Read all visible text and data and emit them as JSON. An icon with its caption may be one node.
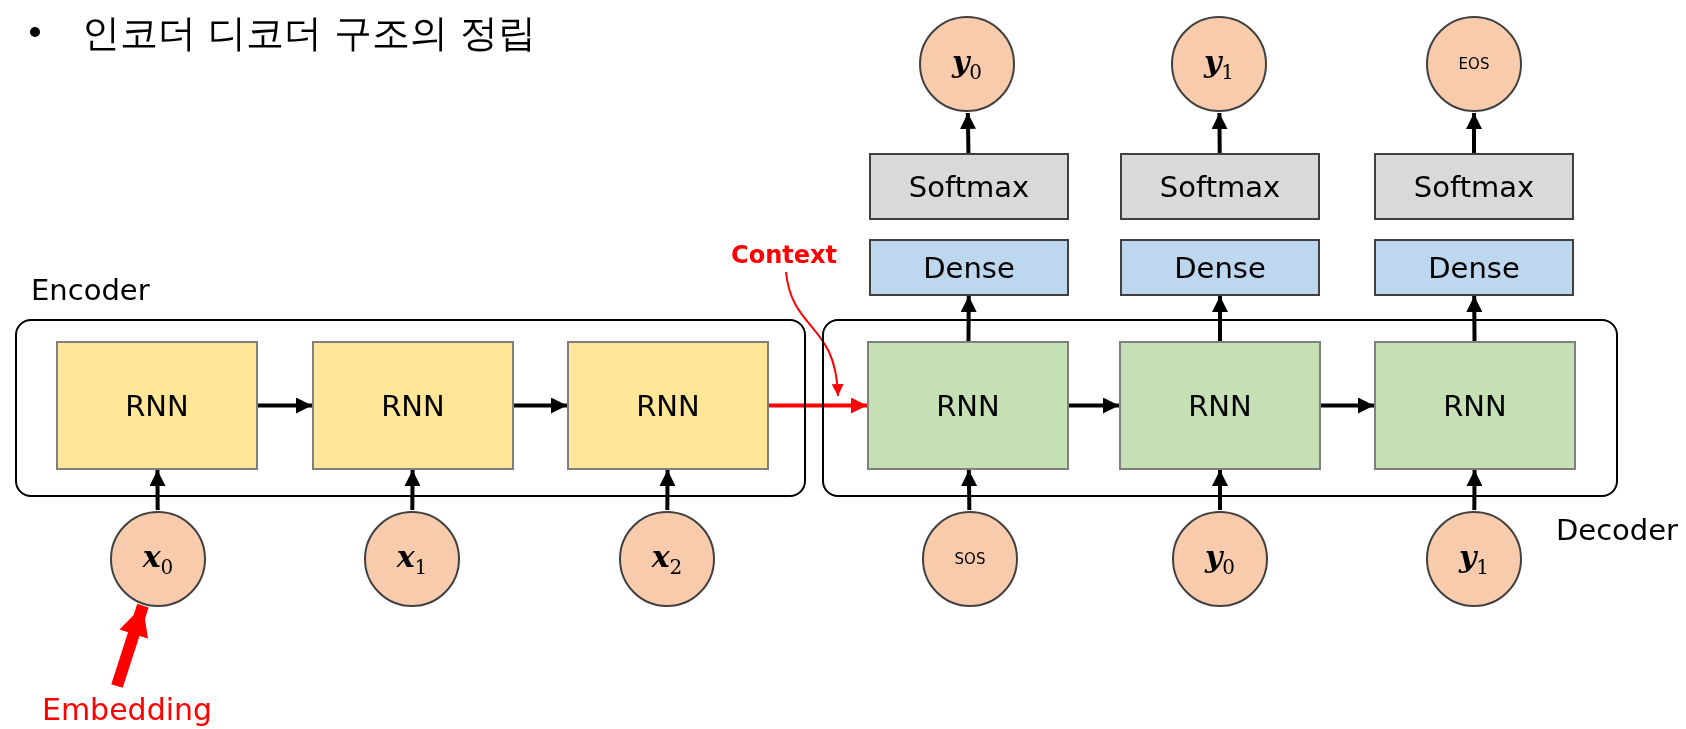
{
  "diagram": {
    "title": "인코더 디코더 구조의 정립",
    "nodes": [
      {
        "text": [
          "Encoder"
        ]
      },
      {
        "text": [
          "Decoder"
        ]
      },
      {
        "text": [
          "RNN"
        ],
        "in": 0
      },
      {
        "text": [
          "RNN"
        ],
        "in": 0
      },
      {
        "text": [
          "RNN"
        ],
        "in": 0
      },
      {
        "text": [
          "RNN"
        ],
        "in": 1
      },
      {
        "text": [
          "RNN"
        ],
        "in": 1
      },
      {
        "text": [
          "RNN"
        ],
        "in": 1
      },
      {
        "text": [
          "Dense"
        ]
      },
      {
        "text": [
          "Dense"
        ]
      },
      {
        "text": [
          "Dense"
        ]
      },
      {
        "text": [
          "Softmax"
        ]
      },
      {
        "text": [
          "Softmax"
        ]
      },
      {
        "text": [
          "Softmax"
        ]
      },
      {
        "text": [
          "y$_{0}$"
        ]
      },
      {
        "text": [
          "y$_{1}$"
        ]
      },
      {
        "text": [
          "EOS"
        ]
      },
      {
        "text": [
          "x$_{0}$"
        ]
      },
      {
        "text": [
          "x$_{1}$"
        ]
      },
      {
        "text": [
          "x$_{2}$"
        ]
      },
      {
        "text": [
          "SOS"
        ]
      },
      {
        "text": [
          "y$_{0}$"
        ]
      },
      {
        "text": [
          "y$_{1}$"
        ]
      },
      {
        "text": [
          "Context"
        ]
      },
      {
        "text": [
          "Embedding"
        ]
      }
    ],
    "edges": [
      {
        "from": 2,
        "to": 3,
        "arrow": "to"
      },
      {
        "from": 3,
        "to": 4,
        "arrow": "to"
      },
      {
        "from": 4,
        "to": 5,
        "arrow": "to",
        "color": "#ff0000"
      },
      {
        "from": 5,
        "to": 6,
        "arrow": "to"
      },
      {
        "from": 6,
        "to": 7,
        "arrow": "to"
      },
      {
        "from": 17,
        "to": 2,
        "arrow": "to"
      },
      {
        "from": 18,
        "to": 3,
        "arrow": "to"
      },
      {
        "from": 19,
        "to": 4,
        "arrow": "to"
      },
      {
        "from": 20,
        "to": 5,
        "arrow": "to"
      },
      {
        "from": 21,
        "to": 6,
        "arrow": "to"
      },
      {
        "from": 22,
        "to": 7,
        "arrow": "to"
      },
      {
        "from": 5,
        "to": 8,
        "arrow": "to"
      },
      {
        "from": 6,
        "to": 9,
        "arrow": "to"
      },
      {
        "from": 7,
        "to": 10,
        "arrow": "to"
      },
      {
        "from": 11,
        "to": 14,
        "arrow": "to"
      },
      {
        "from": 12,
        "to": 15,
        "arrow": "to"
      },
      {
        "from": 13,
        "to": 16,
        "arrow": "to"
      },
      {
        "from": 23,
        "to": 1,
        "arrow": "to",
        "color": "#ff0000"
      },
      {
        "from": 24,
        "to": 17,
        "arrow": "to",
        "style": "thick",
        "color": "#ff0000"
      }
    ]
  }
}
